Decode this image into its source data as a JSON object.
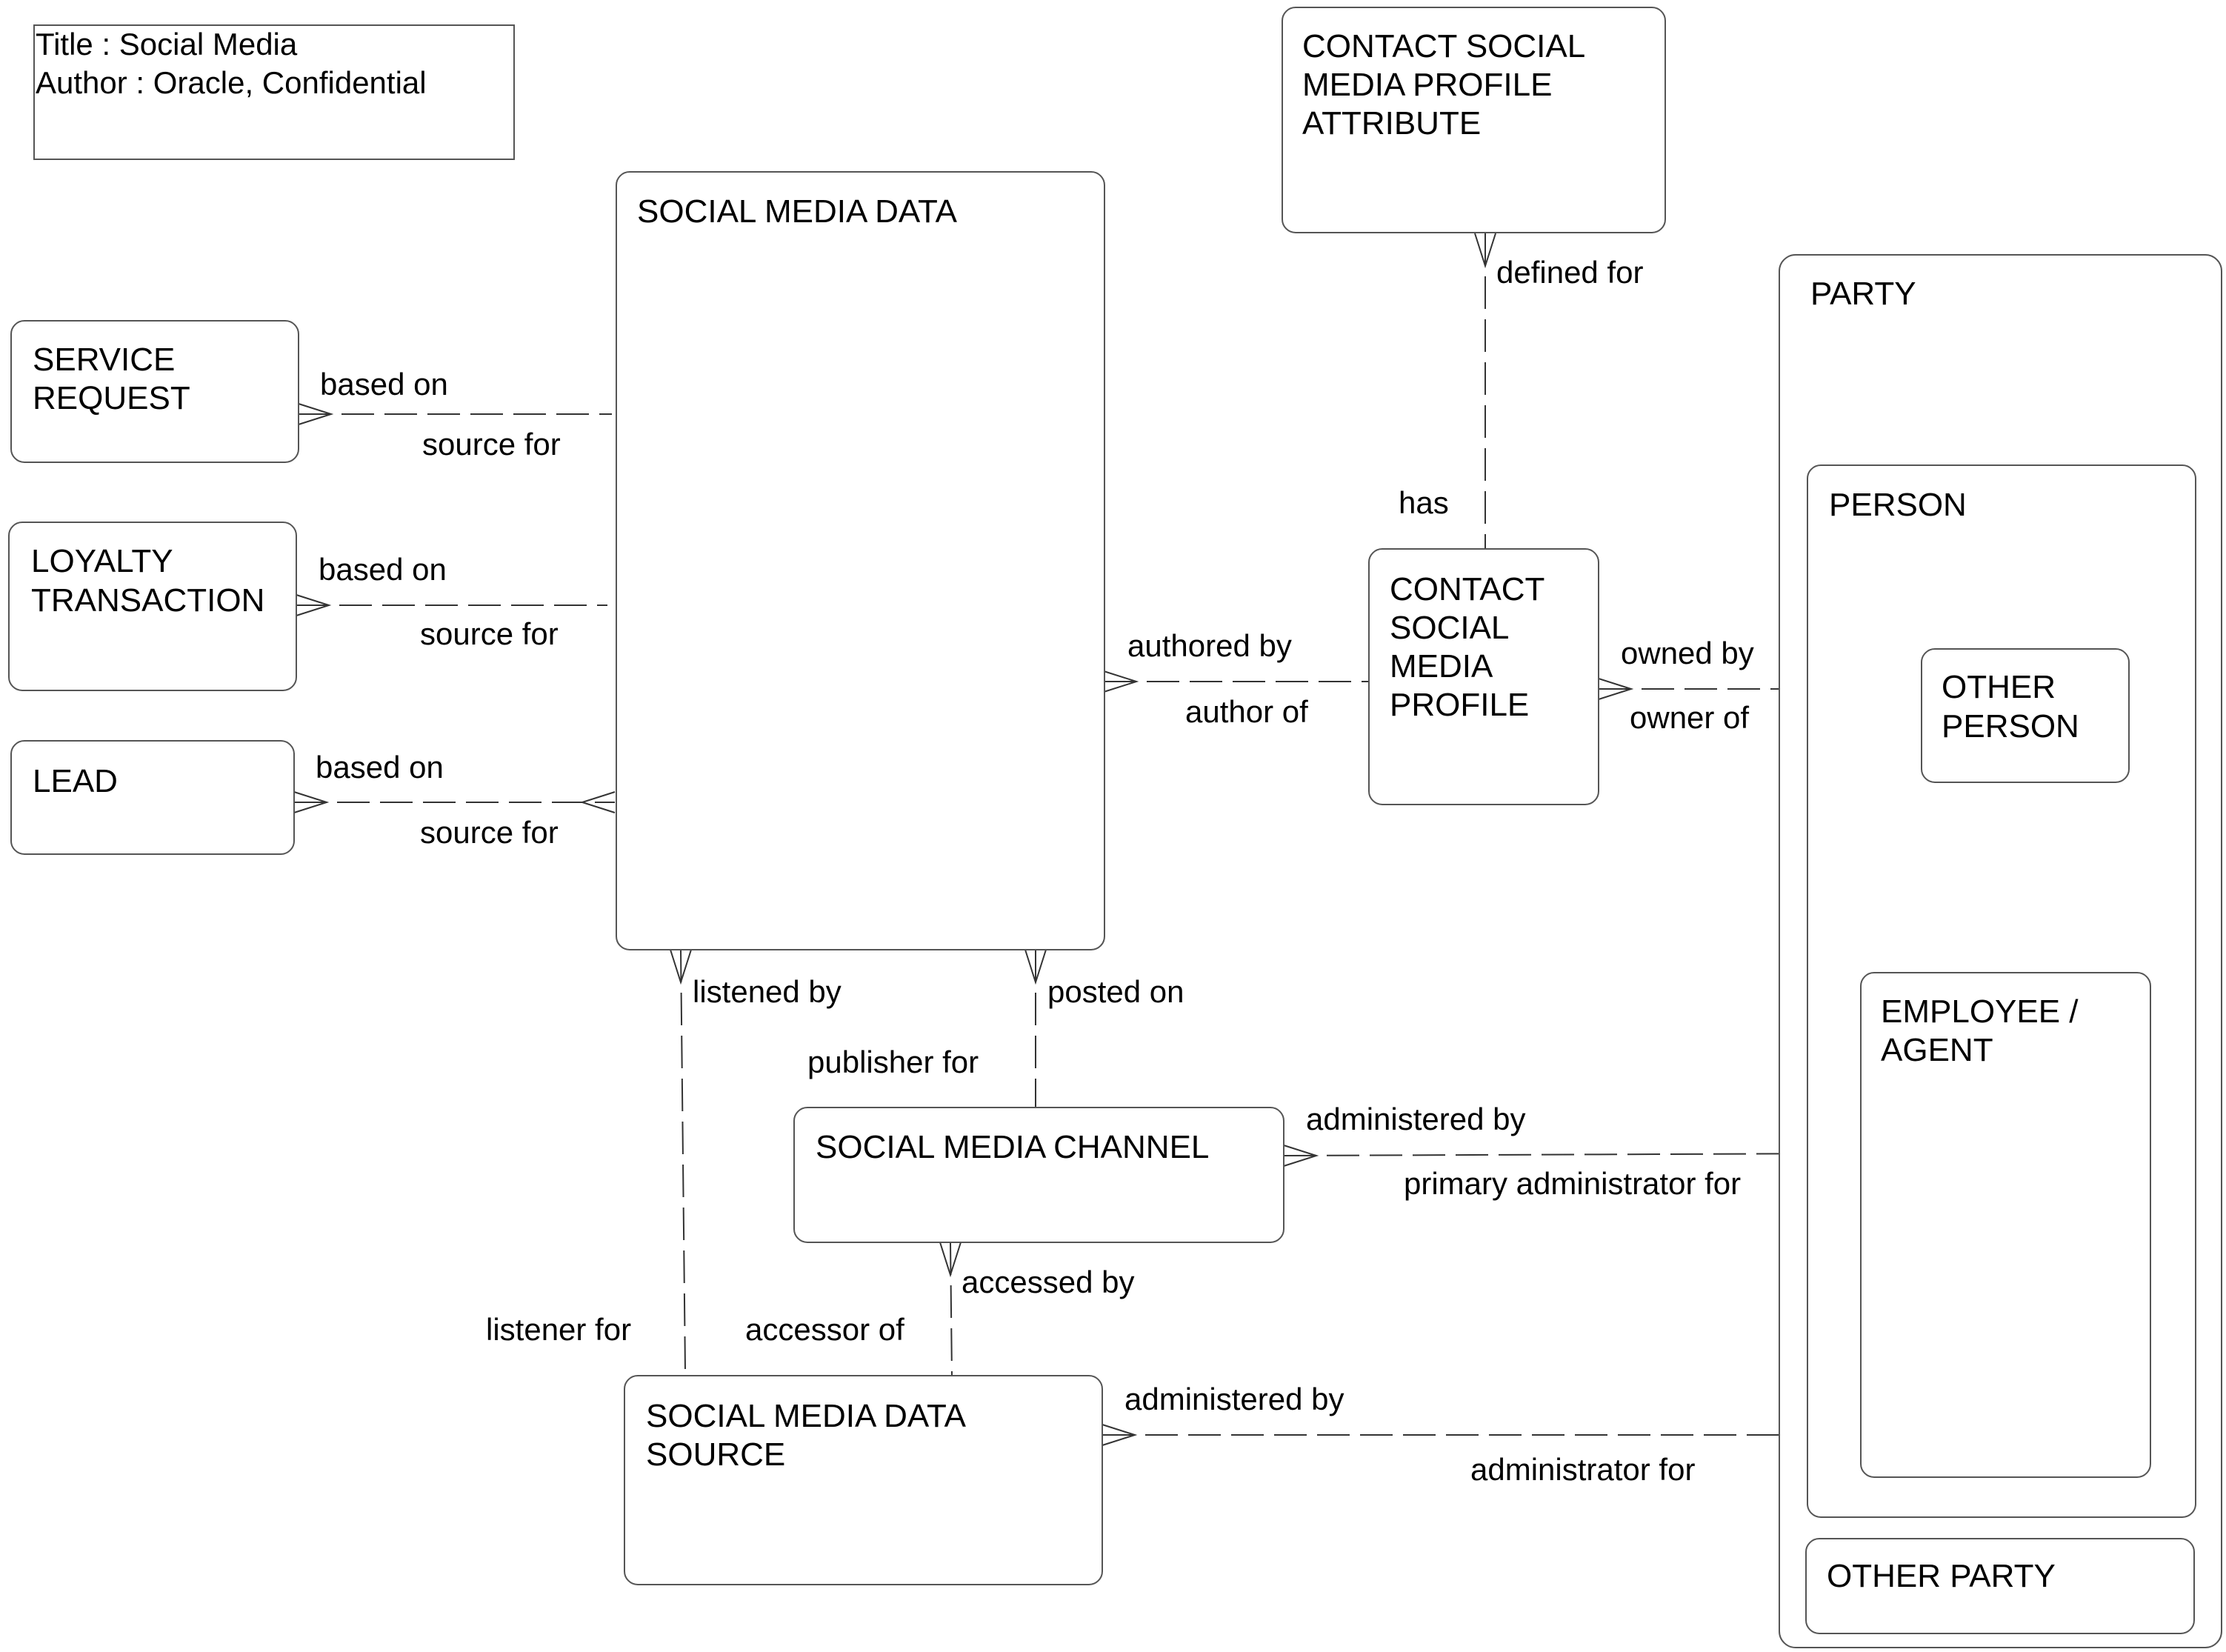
{
  "title_block": {
    "title_line": "Title : Social Media",
    "author_line": "Author : Oracle, Confidential"
  },
  "entities": {
    "social_media_data": [
      "SOCIAL MEDIA DATA"
    ],
    "contact_sm_profile_attribute": [
      "CONTACT SOCIAL",
      "MEDIA PROFILE",
      "ATTRIBUTE"
    ],
    "party": [
      "PARTY"
    ],
    "service_request": [
      "SERVICE",
      "REQUEST"
    ],
    "loyalty_transaction": [
      "LOYALTY",
      "TRANSACTION"
    ],
    "lead": [
      "LEAD"
    ],
    "person": [
      "PERSON"
    ],
    "contact_sm_profile": [
      "CONTACT",
      "SOCIAL",
      "MEDIA",
      "PROFILE"
    ],
    "other_person": [
      "OTHER",
      "PERSON"
    ],
    "employee_agent": [
      "EMPLOYEE /",
      "AGENT"
    ],
    "social_media_channel": [
      "SOCIAL MEDIA CHANNEL"
    ],
    "social_media_data_source": [
      "SOCIAL MEDIA DATA",
      "SOURCE"
    ],
    "other_party": [
      "OTHER PARTY"
    ]
  },
  "relationships": {
    "service_request_to_data": {
      "forward": "based on",
      "reverse": "source for"
    },
    "loyalty_to_data": {
      "forward": "based on",
      "reverse": "source for"
    },
    "lead_to_data": {
      "forward": "based on",
      "reverse": "source for"
    },
    "attribute_to_profile": {
      "forward": "defined for",
      "reverse": "has"
    },
    "data_to_profile": {
      "forward": "authored by",
      "reverse": "author of"
    },
    "profile_to_party": {
      "forward": "owned by",
      "reverse": "owner of"
    },
    "data_to_source": {
      "forward": "listened by",
      "reverse": "listener for"
    },
    "data_to_channel": {
      "forward": "posted on",
      "reverse": "publisher for"
    },
    "channel_to_employee": {
      "forward": "administered by",
      "reverse": "primary administrator for"
    },
    "channel_to_source": {
      "forward": "accessed by",
      "reverse": "accessor of"
    },
    "source_to_employee": {
      "forward": "administered by",
      "reverse": "administrator for"
    }
  }
}
